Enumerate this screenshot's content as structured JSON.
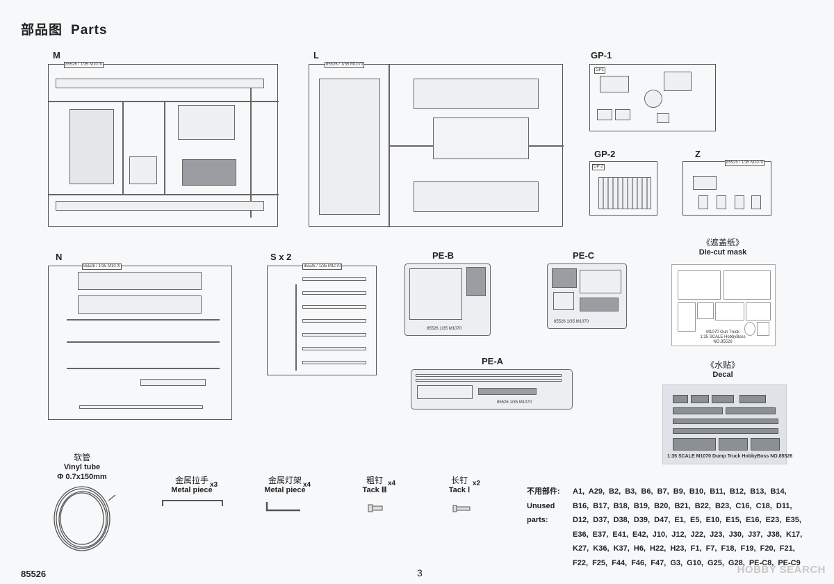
{
  "page": {
    "title_zh": "部品图",
    "title_en": "Parts",
    "code": "85526",
    "number": "3"
  },
  "sprues": {
    "M": {
      "label": "M",
      "tag": "85526 / 1/35 M1070"
    },
    "L": {
      "label": "L",
      "tag": "85526 / 1/35 M1070"
    },
    "GP1": {
      "label": "GP-1",
      "tag": "GP1"
    },
    "GP2": {
      "label": "GP-2",
      "tag": "GP 2"
    },
    "Z": {
      "label": "Z",
      "tag": "85525 / 1/35 M1070"
    },
    "N": {
      "label": "N",
      "tag": "85526 / 1/35 M1070"
    },
    "S": {
      "label": "S x 2",
      "tag": "85526 / 1/35 M1070"
    },
    "PEB": {
      "label": "PE-B",
      "tag": "85526  1/35  M1070"
    },
    "PEC": {
      "label": "PE-C",
      "tag": "85526  1/35  M1070"
    },
    "PEA": {
      "label": "PE-A",
      "tag": "85526  1/35  M1070"
    }
  },
  "mask": {
    "title_zh": "《遮盖纸》",
    "title_en": "Die-cut mask",
    "sheet_text": "M1070 Gun Truck\n1:35 SCALE HobbyBoss NO.85526"
  },
  "decal": {
    "title_zh": "《水贴》",
    "title_en": "Decal",
    "sheet_text": "1:35 SCALE M1070 Dump Truck HobbyBoss NO.85526"
  },
  "vinyl": {
    "zh": "软管",
    "en": "Vinyl tube",
    "size": "Φ 0.7x150mm"
  },
  "metal_piece_1": {
    "zh": "金属拉手",
    "en": "Metal piece",
    "mult": "x3"
  },
  "metal_piece_2": {
    "zh": "金属灯架",
    "en": "Metal piece",
    "mult": "x4"
  },
  "tack3": {
    "zh": "粗钉",
    "en": "Tack Ⅲ",
    "mult": "x4"
  },
  "tack1": {
    "zh": "长钉",
    "en": "Tack Ⅰ",
    "mult": "x2"
  },
  "unused": {
    "label_zh": "不用部件:",
    "label_en": "Unused parts:",
    "line1": "A1,  A29,  B2,  B3,  B6,  B7,  B9,  B10,  B11,  B12,  B13,  B14,",
    "line2": "B16,  B17,  B18,  B19,  B20,  B21,  B22,  B23,  C16,  C18,  D11,",
    "line3": "D12,  D37,  D38,  D39,  D47,  E1,  E5,  E10,  E15,  E16,  E23,  E35,",
    "line4": "E36,  E37,  E41,  E42,  J10,  J12,  J22,  J23,  J30,  J37,  J38,  K17,",
    "line5": "K27,  K36,  K37,  H6,  H22,  H23,  F1,  F7,  F18,  F19,  F20,  F21,",
    "line6": "F22,  F25,  F44,  F46,  F47,  G3,  G10,  G25,  G28,  PE-C8,  PE-C9"
  },
  "brand": "HOBBY SEARCH"
}
